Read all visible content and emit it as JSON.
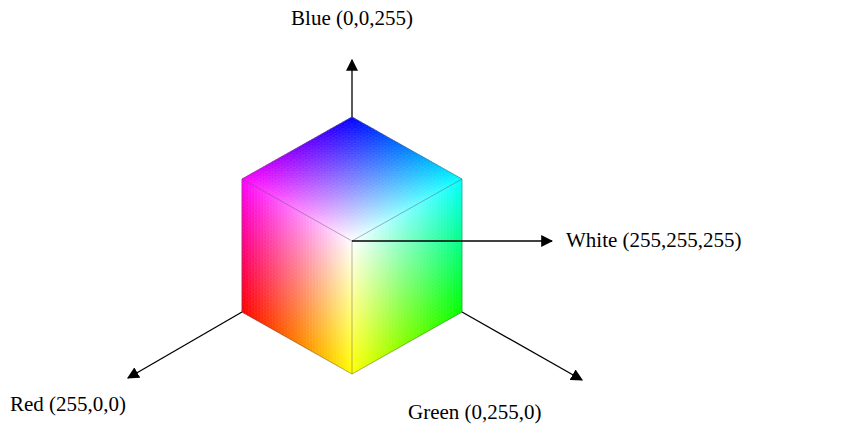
{
  "diagram": {
    "labels": [
      "Blue (0,0,255)",
      "White (255,255,255)",
      "Red (255,0,0)",
      "Green (0,255,0)"
    ]
  }
}
